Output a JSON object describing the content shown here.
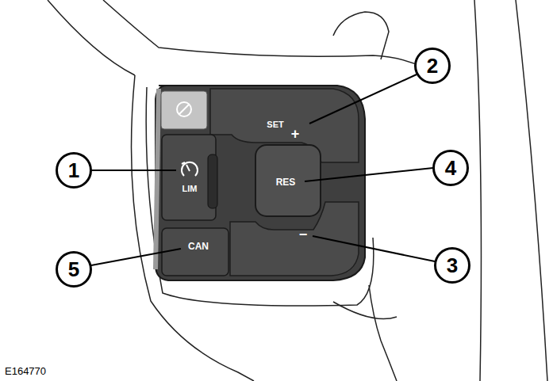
{
  "diagram": {
    "nodes": [
      {
        "text": [
          "1"
        ]
      },
      {
        "text": [
          "2"
        ]
      },
      {
        "text": [
          "3"
        ]
      },
      {
        "text": [
          "4"
        ]
      },
      {
        "text": [
          "5"
        ]
      }
    ],
    "labels": [
      "SET",
      "+",
      "RES",
      "−",
      "LIM",
      "CAN",
      "E164770"
    ]
  }
}
